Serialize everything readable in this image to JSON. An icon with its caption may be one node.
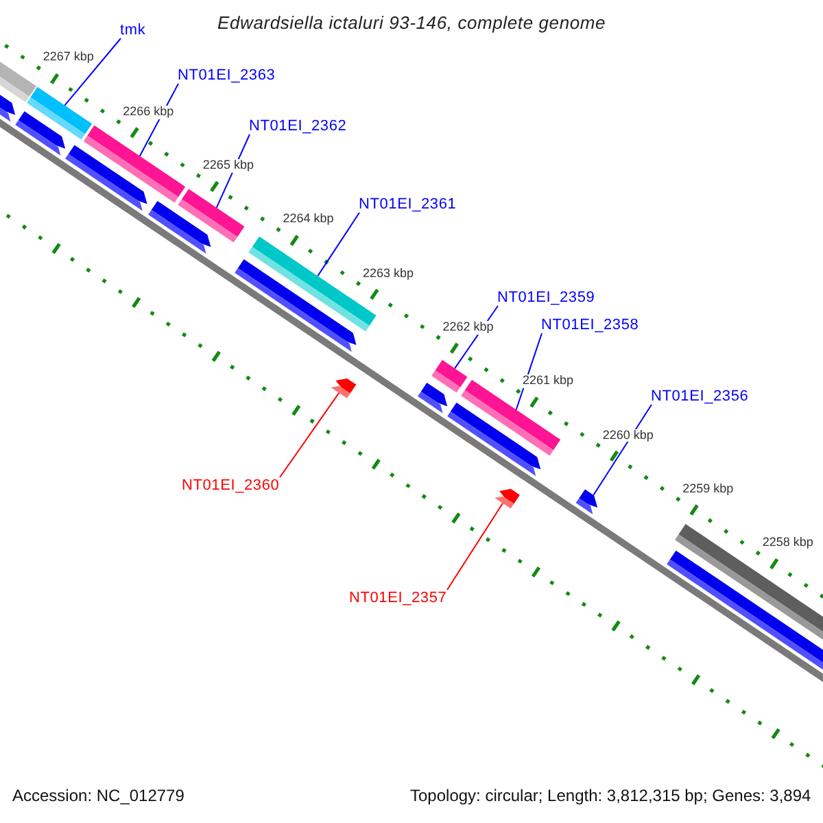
{
  "diagram": {
    "title": "Edwardsiella ictaluri 93-146, complete genome",
    "nodes": [
      {
        "text": [
          "tmk"
        ]
      },
      {
        "text": [
          "NT01EI_2363"
        ]
      },
      {
        "text": [
          "NT01EI_2362"
        ]
      },
      {
        "text": [
          "NT01EI_2361"
        ]
      },
      {
        "text": [
          "NT01EI_2359"
        ]
      },
      {
        "text": [
          "NT01EI_2358"
        ]
      },
      {
        "text": [
          "NT01EI_2356"
        ]
      },
      {
        "text": [
          "NT01EI_2360"
        ]
      },
      {
        "text": [
          "NT01EI_2357"
        ]
      },
      {
        "text": [],
        "shape": "bar"
      },
      {
        "text": [],
        "shape": "bar"
      },
      {
        "text": [],
        "shape": "bar"
      },
      {
        "text": [],
        "shape": "bar"
      },
      {
        "text": [],
        "shape": "arrow"
      },
      {
        "text": [],
        "shape": "bar"
      },
      {
        "text": [],
        "shape": "bar"
      },
      {
        "text": [],
        "shape": "arrow"
      },
      {
        "text": [],
        "shape": "arrow"
      }
    ],
    "edges": [
      {
        "from": 0,
        "to": 9,
        "arrow": "none"
      },
      {
        "from": 1,
        "to": 10,
        "arrow": "none"
      },
      {
        "from": 2,
        "to": 11,
        "arrow": "none"
      },
      {
        "from": 3,
        "to": 12,
        "arrow": "none"
      },
      {
        "from": 4,
        "to": 14,
        "arrow": "none"
      },
      {
        "from": 5,
        "to": 15,
        "arrow": "none"
      },
      {
        "from": 6,
        "to": 17,
        "arrow": "none"
      },
      {
        "from": 7,
        "to": 13,
        "arrow": "none",
        "color": "#ff0000"
      },
      {
        "from": 8,
        "to": 16,
        "arrow": "none",
        "color": "#ff0000"
      }
    ],
    "labels": [
      "2267 kbp",
      "2266 kbp",
      "2265 kbp",
      "2264 kbp",
      "2263 kbp",
      "2262 kbp",
      "2261 kbp",
      "2260 kbp",
      "2259 kbp",
      "2258 kbp",
      "Accession: NC_012779",
      "Topology: circular; Length: 3,812,315 bp; Genes: 3,894"
    ]
  }
}
